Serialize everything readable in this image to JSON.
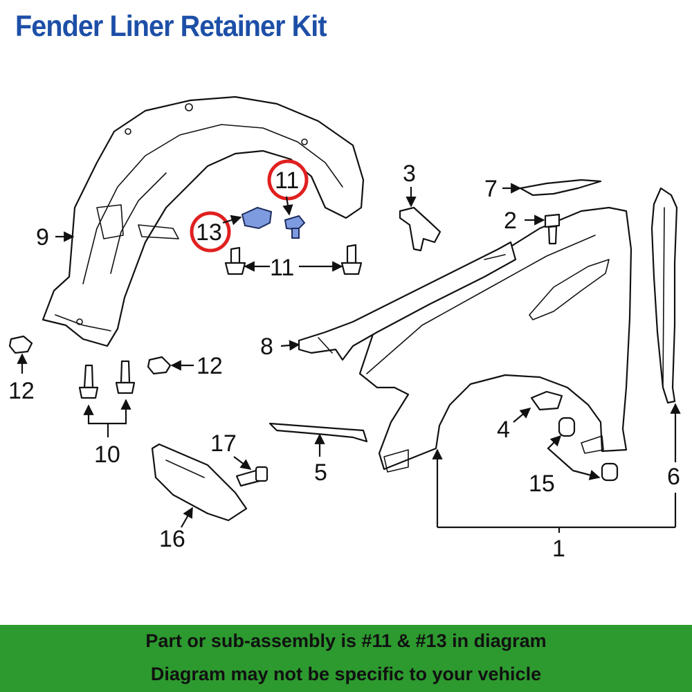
{
  "title": "Fender Liner Retainer Kit",
  "colors": {
    "title": "#1d4fa7",
    "footer_bg": "#2d9a2f",
    "highlight_ring": "#e02020",
    "highlight_part": "#7e9be0"
  },
  "callouts": {
    "c1": "1",
    "c2": "2",
    "c3": "3",
    "c4": "4",
    "c5": "5",
    "c6": "6",
    "c7": "7",
    "c8": "8",
    "c9": "9",
    "c10": "10",
    "c11_top": "11",
    "c11_mid": "11",
    "c12_left": "12",
    "c12_right": "12",
    "c13": "13",
    "c15": "15",
    "c16": "16",
    "c17": "17"
  },
  "footer": {
    "line1": "Part or sub-assembly is #11 & #13 in diagram",
    "line2": "Diagram may not be specific to your vehicle"
  }
}
